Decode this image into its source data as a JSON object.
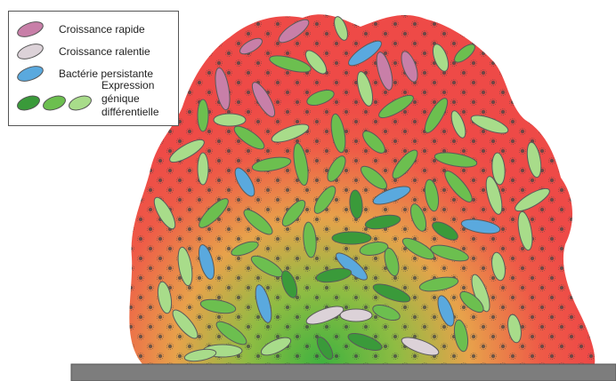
{
  "legend": {
    "items": [
      {
        "label": "Croissance rapide",
        "color": "#c87fa8"
      },
      {
        "label": "Croissance ralentie",
        "color": "#dcd2d8"
      },
      {
        "label": "Bactérie persistante",
        "color": "#5aa9de"
      }
    ],
    "expression": {
      "lines": [
        "Expression",
        "génique",
        "différentielle"
      ],
      "colors": [
        "#3a9a3a",
        "#6cbf4f",
        "#a8dc8a"
      ]
    }
  },
  "colors": {
    "biofilm_outer": "#ee4a47",
    "biofilm_mid": "#e7a24b",
    "biofilm_core": "#3fb23f",
    "surface": "#7d7d7d",
    "dot": "#555555"
  },
  "icons": [
    "ellipse-bacterium-icon",
    "biofilm-dot-pattern"
  ]
}
